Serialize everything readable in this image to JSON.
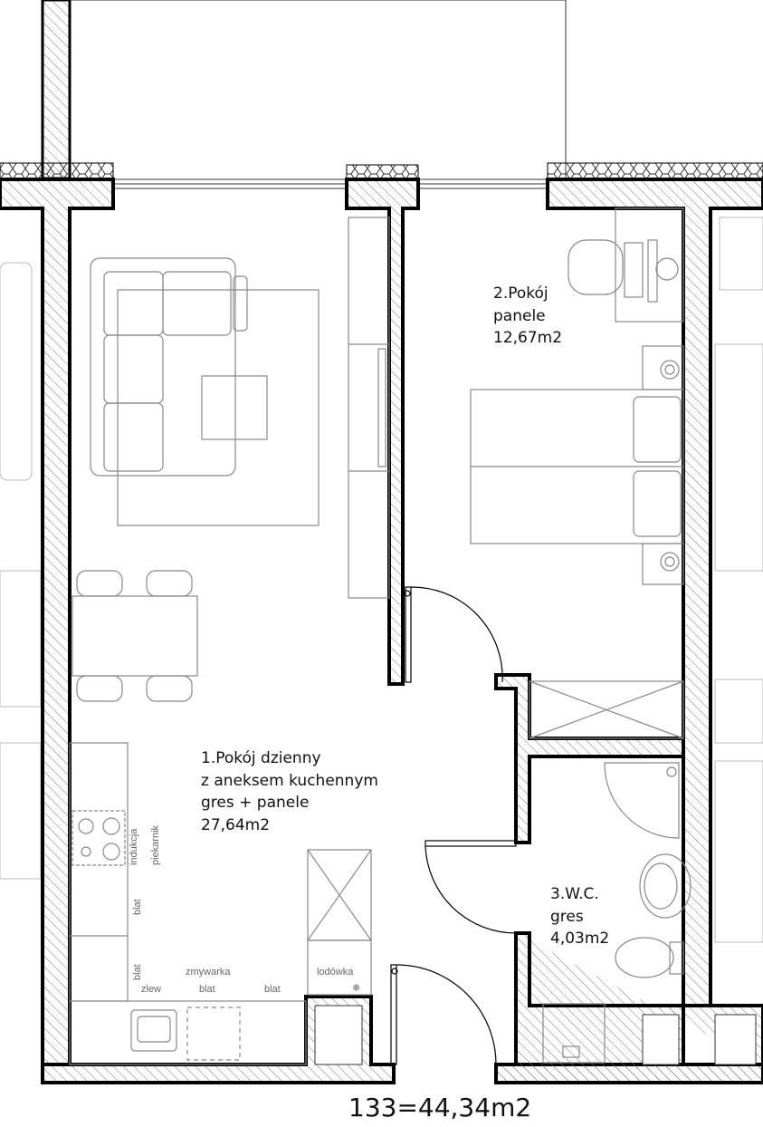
{
  "rooms": [
    {
      "name": "1.Pokój dzienny",
      "line2": "z aneksem kuchennym",
      "finish": "gres + panele",
      "area": "27,64m2"
    },
    {
      "name": "2.Pokój",
      "finish": "panele",
      "area": "12,67m2"
    },
    {
      "name": "3.W.C.",
      "finish": "gres",
      "area": "4,03m2"
    }
  ],
  "kitchen_labels": {
    "induction": "indukcja",
    "oven": "piekarnik",
    "counter1": "blat",
    "counter2": "blat",
    "dishwasher": "zmywarka",
    "sink": "zlew",
    "counter3": "blat",
    "counter4": "blat",
    "fridge": "lodówka"
  },
  "total": "133=44,34m2",
  "colors": {
    "wall": "#000000",
    "furniture": "#888888",
    "neighbour": "#bbbbbb"
  }
}
